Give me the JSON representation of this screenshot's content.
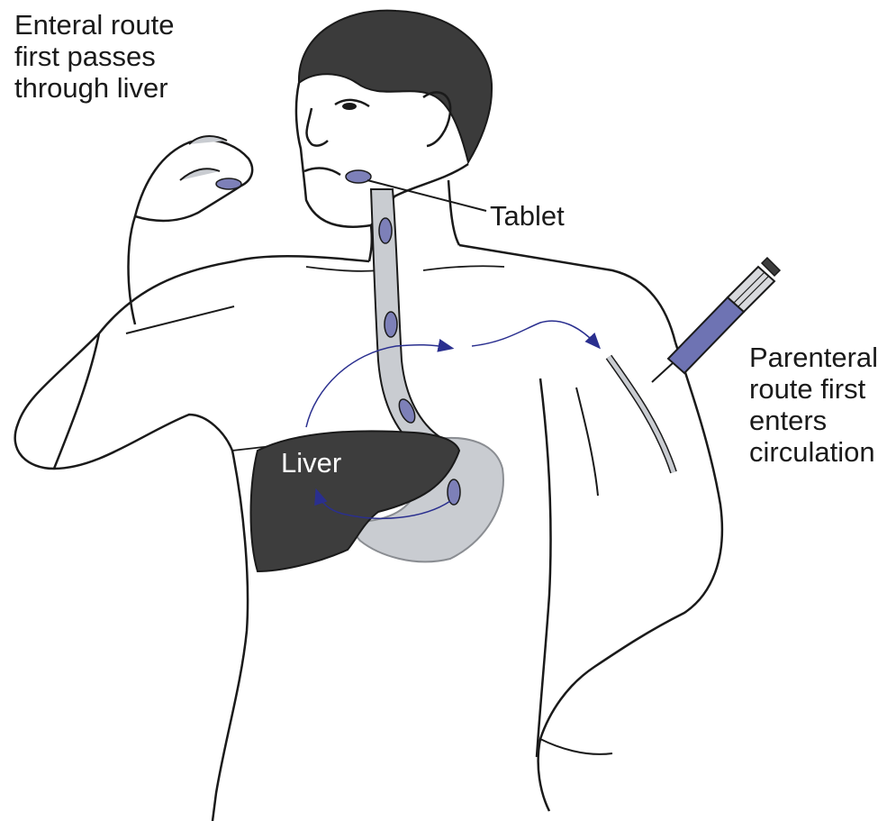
{
  "labels": {
    "enteral": [
      "Enteral route",
      "first passes",
      "through liver"
    ],
    "tablet": "Tablet",
    "liver": "Liver",
    "parenteral": [
      "Parenteral",
      "route first",
      "enters",
      "circulation"
    ]
  },
  "colors": {
    "outline": "#1a1a1a",
    "tract_fill": "#c9ccd1",
    "liver_fill": "#3d3d3d",
    "tablet_fill": "#7d80b8",
    "arrow": "#2a2f8f",
    "syringe_fill": "#6e73b3"
  }
}
